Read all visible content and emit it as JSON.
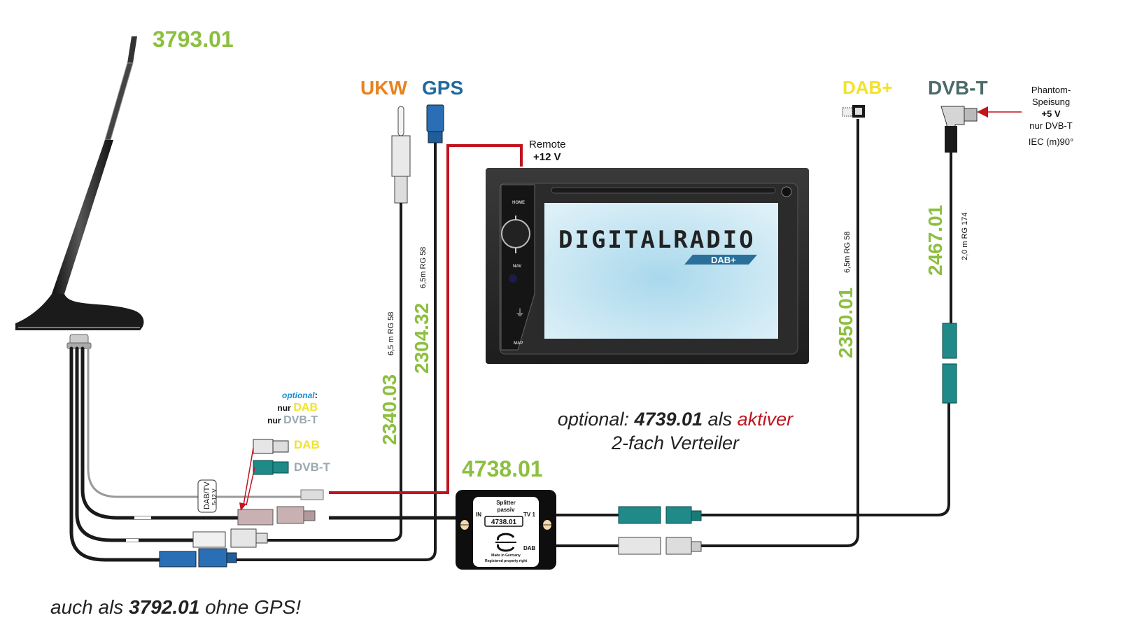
{
  "colors": {
    "part_number": "#8cbf3f",
    "ukw": "#e8821e",
    "gps": "#1f6aa0",
    "dab": "#f2e22a",
    "dvbt": "#4a6b68",
    "dvbt_light": "#9aa8b0",
    "optional_blue": "#1a8fd0",
    "remote_wire": "#c0141e",
    "aktiver": "#c0141e",
    "cable": "#1a1a1a",
    "fakra_teal": "#1f8a88",
    "fakra_blue": "#2a6fb5",
    "fakra_pink": "#c9b1b3",
    "fakra_white": "#e6e6e6",
    "screen": "#bfe2f0",
    "dab_badge": "#2a6f9a"
  },
  "antenna": {
    "part_number": "3793.01",
    "tag_line1": "DAB/TV",
    "tag_line2": "5-12 V"
  },
  "connectors": {
    "ukw": {
      "label": "UKW",
      "cable_pn": "2340.03",
      "cable_spec": "6,5 m RG 58"
    },
    "gps": {
      "label": "GPS",
      "cable_pn": "2304.32",
      "cable_spec": "6,5m RG 58"
    },
    "dab": {
      "label": "DAB+",
      "cable_pn": "2350.01",
      "cable_spec": "6,5m RG 58"
    },
    "dvbt": {
      "label": "DVB-T",
      "cable_pn": "2467.01",
      "cable_spec": "2,0 m RG 174"
    }
  },
  "phantom": {
    "line1": "Phantom-",
    "line2": "Speisung",
    "line3": "+5 V",
    "line4": "nur DVB-T",
    "line5": "IEC (m)90°"
  },
  "remote": {
    "line1": "Remote",
    "line2": "+12 V"
  },
  "radio": {
    "buttons": [
      "HOME",
      "NAV",
      "MAP"
    ],
    "screen_text": "DIGITALRADIO",
    "badge": "DAB+"
  },
  "optional_block": {
    "title": "optional",
    "colon": ":",
    "nur": "nur",
    "dab": "DAB",
    "dvbt": "DVB-T",
    "conn_dab": "DAB",
    "conn_dvbt": "DVB-T"
  },
  "splitter": {
    "part_number": "4738.01",
    "title1": "Splitter",
    "title2": "passiv",
    "in": "IN",
    "tv1": "TV 1",
    "dab": "DAB",
    "box_pn": "4738.01",
    "footer1": "Made in Germany",
    "footer2": "Registered property right"
  },
  "note_active": {
    "prefix": "optional: ",
    "pn": "4739.01",
    "mid": " als ",
    "red": "aktiver",
    "line2": "2-fach Verteiler"
  },
  "footer_note": {
    "prefix": "auch als ",
    "pn": "3792.01",
    "suffix": " ohne GPS!"
  }
}
